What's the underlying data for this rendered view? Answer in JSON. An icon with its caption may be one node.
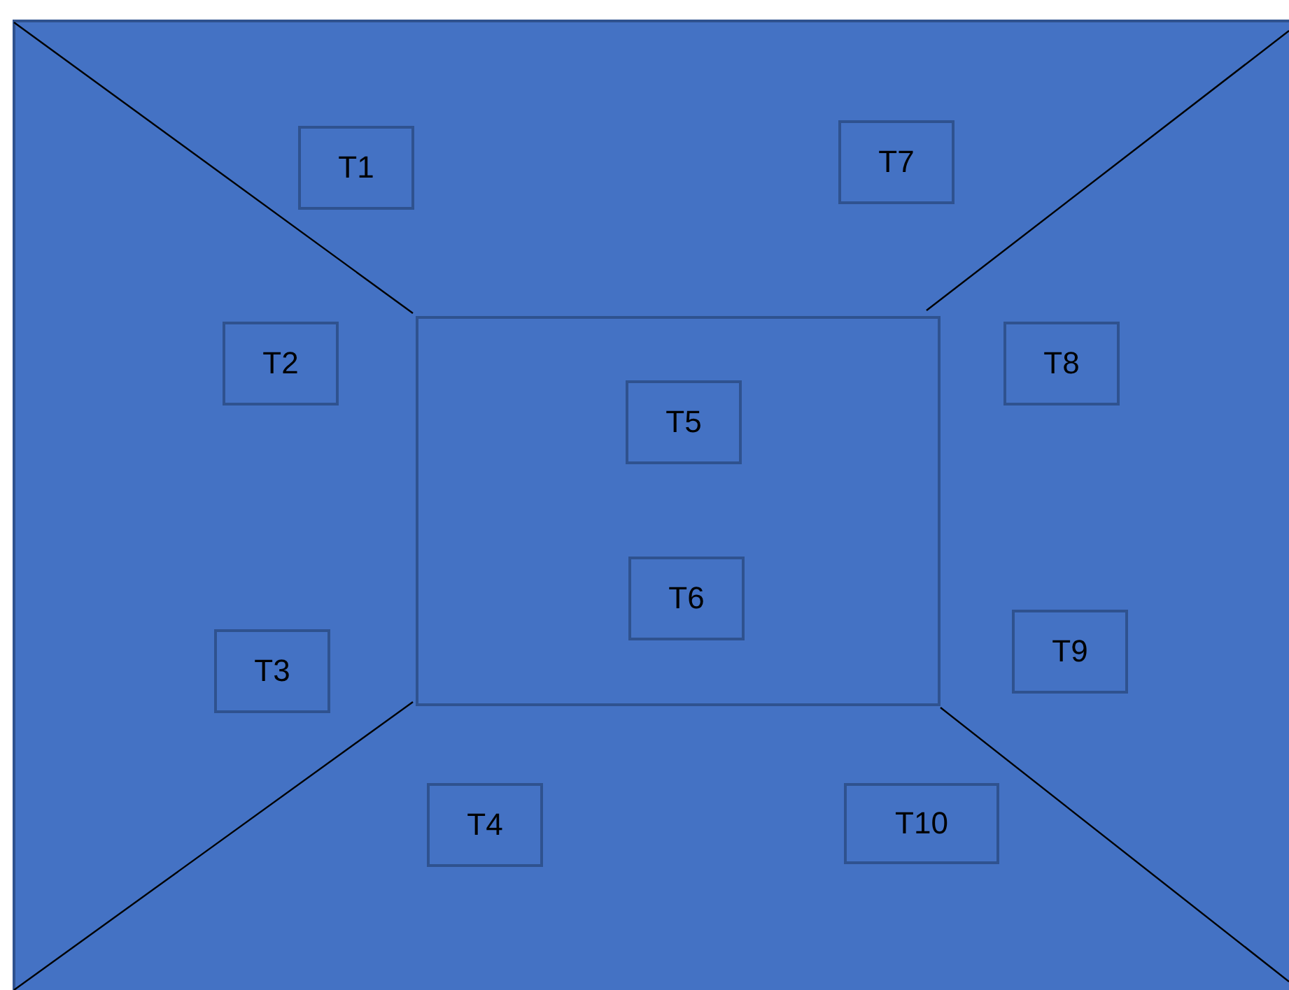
{
  "diagram": {
    "nodes": [
      {
        "text": [],
        "shape": "box"
      },
      {
        "text": [
          "T1"
        ],
        "in": 0
      },
      {
        "text": [
          "T7"
        ],
        "in": 0
      },
      {
        "text": [
          "T2"
        ],
        "in": 0
      },
      {
        "text": [],
        "shape": "box",
        "in": 0
      },
      {
        "text": [
          "T5"
        ],
        "in": 4
      },
      {
        "text": [
          "T8"
        ],
        "in": 0
      },
      {
        "text": [
          "T6"
        ],
        "in": 4
      },
      {
        "text": [
          "T9"
        ],
        "in": 0
      },
      {
        "text": [
          "T3"
        ],
        "in": 0
      },
      {
        "text": [
          "T4"
        ],
        "in": 0
      },
      {
        "text": [
          "T10"
        ],
        "in": 0
      }
    ]
  }
}
